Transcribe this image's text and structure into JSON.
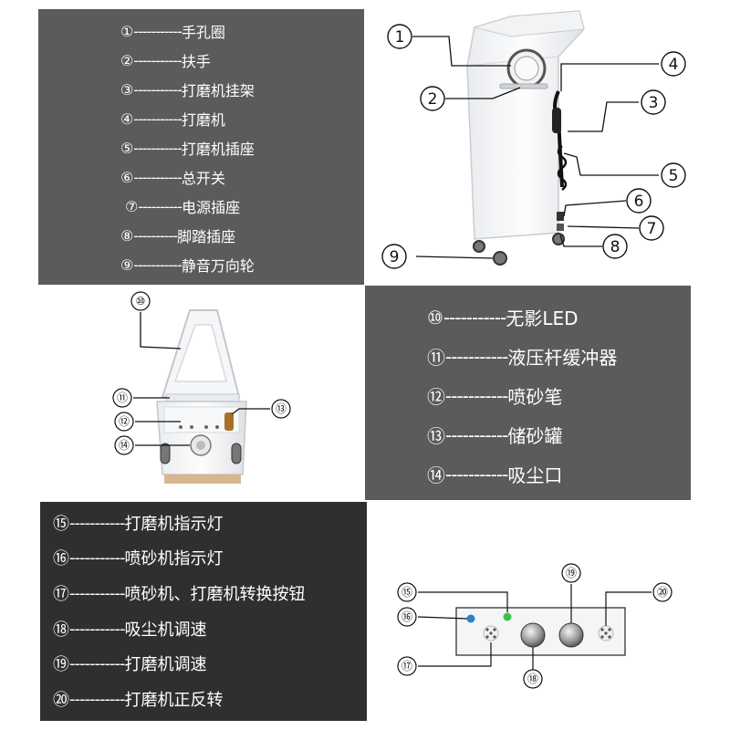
{
  "legend_top": [
    {
      "num": "①",
      "dash": "-----------",
      "label": "手孔圈"
    },
    {
      "num": "②",
      "dash": "-----------",
      "label": "扶手"
    },
    {
      "num": "③",
      "dash": "-----------",
      "label": "打磨机挂架"
    },
    {
      "num": "④",
      "dash": "-----------",
      "label": "打磨机"
    },
    {
      "num": "⑤",
      "dash": "-----------",
      "label": "打磨机插座"
    },
    {
      "num": "⑥",
      "dash": "-----------",
      "label": "总开关"
    },
    {
      "num": "⑦",
      "dash": "----------",
      "label": "电源插座"
    },
    {
      "num": "⑧",
      "dash": "----------",
      "label": "脚踏插座"
    },
    {
      "num": "⑨",
      "dash": "-----------",
      "label": "静音万向轮"
    }
  ],
  "legend_middle": [
    {
      "num": "⑩",
      "dash": "-----------",
      "label": "无影LED"
    },
    {
      "num": "⑪",
      "dash": "-----------",
      "label": "液压杆缓冲器"
    },
    {
      "num": "⑫",
      "dash": "-----------",
      "label": "喷砂笔"
    },
    {
      "num": "⑬",
      "dash": "-----------",
      "label": "储砂罐"
    },
    {
      "num": "⑭",
      "dash": "-----------",
      "label": "吸尘口"
    }
  ],
  "legend_bottom": [
    {
      "num": "⑮",
      "dash": "-----------",
      "label": "打磨机指示灯"
    },
    {
      "num": "⑯",
      "dash": "-----------",
      "label": "喷砂机指示灯"
    },
    {
      "num": "⑰",
      "dash": "-----------",
      "label": "喷砂机、打磨机转换按钮"
    },
    {
      "num": "⑱",
      "dash": "-----------",
      "label": "吸尘机调速"
    },
    {
      "num": "⑲",
      "dash": "-----------",
      "label": "打磨机调速"
    },
    {
      "num": "⑳",
      "dash": "-----------",
      "label": "打磨机正反转"
    }
  ],
  "callouts_top": [
    "1",
    "2",
    "3",
    "4",
    "5",
    "6",
    "7",
    "8",
    "9"
  ],
  "callouts_middle": [
    "⑩",
    "⑪",
    "⑫",
    "⑬",
    "⑭"
  ],
  "callouts_bottom": [
    "⑮",
    "⑯",
    "⑰",
    "⑱",
    "⑲",
    "⑳"
  ],
  "colors": {
    "panel_gray": "#5b5b5b",
    "panel_dark": "#2f2f2f",
    "indicator_blue": "#2f7fd1",
    "indicator_green": "#3fc04a"
  }
}
